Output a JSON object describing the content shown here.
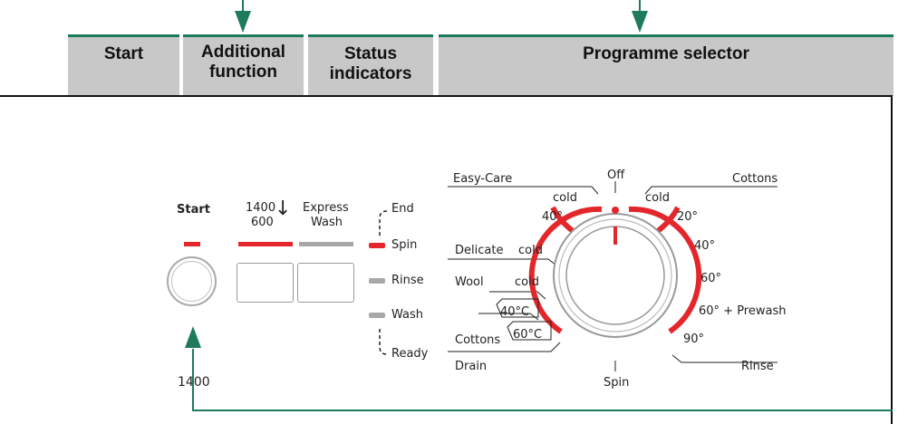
{
  "headers": {
    "start": "Start",
    "additional_line1": "Additional",
    "additional_line2": "function",
    "status_line1": "Status",
    "status_line2": "indicators",
    "programme": "Programme selector"
  },
  "panel": {
    "start_label": "Start",
    "speed_top": "1400",
    "speed_bottom": "600",
    "express_line1": "Express",
    "express_line2": "Wash",
    "end": "End",
    "spin": "Spin",
    "rinse": "Rinse",
    "wash": "Wash",
    "ready": "Ready",
    "speed_display": "1400"
  },
  "dial": {
    "off": "Off",
    "spin_bottom": "Spin",
    "left": {
      "easy_care": "Easy-Care",
      "easy_cold": "cold",
      "easy_40": "40°",
      "delicate": "Delicate",
      "delicate_cold": "cold",
      "wool": "Wool",
      "wool_cold": "cold",
      "wool_40c": "40°C",
      "cottons": "Cottons",
      "cottons_60c": "60°C",
      "drain": "Drain"
    },
    "right": {
      "cottons": "Cottons",
      "cold": "cold",
      "t20": "20°",
      "t40": "40°",
      "t60": "60°",
      "t60_prewash": "60° + Prewash",
      "t90": "90°",
      "rinse": "Rinse"
    }
  },
  "colors": {
    "accent_red": "#e3262b",
    "arrow_green": "#1d7a5c",
    "indicator_grey": "#a8a8a8",
    "header_grey": "#c8c8c8"
  }
}
